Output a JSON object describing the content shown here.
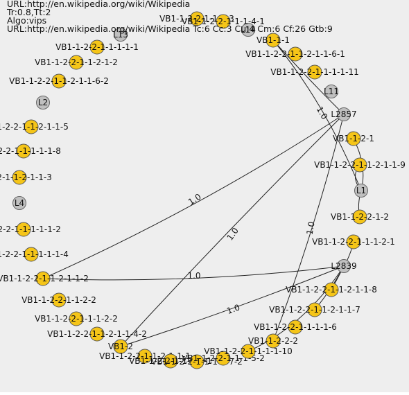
{
  "header": {
    "line1": "URL:http://en.wikipedia.org/wiki/Wikipedia",
    "line2": "Tr:0.8,Tt:2",
    "line3": "Algo:vips",
    "line4": "URL:http://en.wikipedia.org/wiki/Wikipedia Tc:6 Cc:3 Cu:4 Cm:6 Cf:26 Gtb:9"
  },
  "colors": {
    "vb_node": "#f5c518",
    "l_node": "#c0c0c0",
    "edge": "#222222",
    "background": "#eeeeee"
  },
  "nodes": [
    {
      "id": "L13",
      "label": "L13",
      "kind": "L"
    },
    {
      "id": "L14",
      "label": "L14",
      "kind": "L"
    },
    {
      "id": "L2",
      "label": "L2",
      "kind": "L"
    },
    {
      "id": "L4",
      "label": "L4",
      "kind": "L"
    },
    {
      "id": "L11",
      "label": "L11",
      "kind": "L"
    },
    {
      "id": "L2857",
      "label": "L2857",
      "kind": "L"
    },
    {
      "id": "L1",
      "label": "L1",
      "kind": "L"
    },
    {
      "id": "L2839",
      "label": "L2839",
      "kind": "L"
    },
    {
      "id": "VB1-1-2-2-1-1-1-1-1",
      "label": "VB1-1-2-2-1-1-1-1-1",
      "kind": "VB"
    },
    {
      "id": "VB1-1-2-2-1-1-2-1-2",
      "label": "VB1-1-2-2-1-1-2-1-2",
      "kind": "VB"
    },
    {
      "id": "VB1-1-2-2-1-1-2-1-1-6-2",
      "label": "VB1-1-2-2-1-1-2-1-1-6-2",
      "kind": "VB"
    },
    {
      "id": "VB1-1-2-2-1-1-2-1-1-5",
      "label": "-1-2-2-1-1-2-1-1-5",
      "kind": "VB"
    },
    {
      "id": "VB1-1-2-2-1-1-1-1-8",
      "label": "-1-2-2-1-1-1-1-1-8",
      "kind": "VB"
    },
    {
      "id": "VB1-1-2-2-1-1-2-1-1-3",
      "label": "-2-2-1-1-2-1-1-3",
      "kind": "VB"
    },
    {
      "id": "VB1-1-2-2-1-1-1-1-2",
      "label": "-1-2-2-1-1-1-1-1-2",
      "kind": "VB"
    },
    {
      "id": "VB1-1-2-2-1-1-1-1-4",
      "label": "-1-2-2-1-1-1-1-1-4",
      "kind": "VB"
    },
    {
      "id": "VB1-1-2-2-1-1-2-2",
      "label": "VB1-1-2-2-1-1-2-2",
      "kind": "VB"
    },
    {
      "id": "VB1-1-2-2-1-1-2-1-1-2",
      "label": "VB1-1-2-2-1-1-2-1-1-2",
      "kind": "VB"
    },
    {
      "id": "VB1-1-2-2-1-1-1-2-2",
      "label": "VB1-1-2-2-1-1-1-2-2",
      "kind": "VB"
    },
    {
      "id": "VB1-1-2-2-1-1-2-1-1-4-2",
      "label": "VB1-1-2-2-1-1-2-1-1-4-2",
      "kind": "VB"
    },
    {
      "id": "VB1-2",
      "label": "VB1-2",
      "kind": "VB"
    },
    {
      "id": "VB1-1-2-2-1-1-2-1-1-1",
      "label": "VB1-1-2-2-1-1-2-1-1-1",
      "kind": "VB"
    },
    {
      "id": "VB1-1-2-2-1-1-1-2-1",
      "label": "VB1-1-2-2-1-1-1-2-1",
      "kind": "VB"
    },
    {
      "id": "VB1-1-2-2-1-1-1-1-7-2",
      "label": "VB1-1-2-2-1-1-1-1-7-2",
      "kind": "VB"
    },
    {
      "id": "VB1-1-2-2-1-1-1-5-2",
      "label": "VB1-1-2-2-1-1-1-5-2",
      "kind": "VB"
    },
    {
      "id": "VB1-1-2-2-1-1-1-1-10",
      "label": "VB1-1-2-2-1-1-1-1-10",
      "kind": "VB"
    },
    {
      "id": "VB1-1-2-2-2",
      "label": "VB1-1-2-2-2",
      "kind": "VB"
    },
    {
      "id": "VB1-1-2-2-1-1-1-1-6",
      "label": "VB1-1-2-2-1-1-1-1-6",
      "kind": "VB"
    },
    {
      "id": "VB1-1-2-2-1-1-2-1-1-7",
      "label": "VB1-1-2-2-1-1-2-1-1-7",
      "kind": "VB"
    },
    {
      "id": "VB1-1-2-2-1-1-2-1-1-8",
      "label": "VB1-1-2-2-1-1-2-1-1-8",
      "kind": "VB"
    },
    {
      "id": "VB1-1-2-2-1-1-1-2-1b",
      "label": "VB1-1-2-2-1-1-1-2-1",
      "kind": "VB"
    },
    {
      "id": "VB1-1-2-1-2",
      "label": "VB1-1-2-2-1-2",
      "kind": "VB"
    },
    {
      "id": "VB1-1-2-2-1-1-1-1-9",
      "label": "VB1-1-2-2-1-1-1-1-9",
      "kind": "VB"
    },
    {
      "id": "VB1-1-2-1",
      "label": "VB1-1-2-1",
      "kind": "VB"
    },
    {
      "id": "VB1-1-2-2-1-1-1-1-11",
      "label": "VB1-1-2-2-1-1-1-1-11",
      "kind": "VB"
    },
    {
      "id": "VB1-1-2-2-1-1-2-1-1-6-1",
      "label": "VB1-1-2-2-1-1-2-1-1-6-1",
      "kind": "VB"
    },
    {
      "id": "VB1-1-1",
      "label": "VB1-1-1",
      "kind": "VB"
    },
    {
      "id": "VB1-1-2-2-1-1-1-3",
      "label": "VB1-1-2-2-1-1-1-3",
      "kind": "VB"
    },
    {
      "id": "VB1-1-2-2-1-1-1-4-1",
      "label": "VB1-1-2-2-1-1-1-4-1",
      "kind": "VB"
    },
    {
      "id": "VB1-1-2-2-1-1-2-1-1-9",
      "label": "VB1-1-2-2-1-1-2-1-1-9",
      "kind": "VB"
    }
  ],
  "edges": [
    {
      "from": "L2857",
      "to": "VB1-1-2-2-1-1-2-1-1-2",
      "weight": "1.0"
    },
    {
      "from": "L2857",
      "to": "VB1-2",
      "weight": "1.0"
    },
    {
      "from": "L2857",
      "to": "VB1-1-2-2-2",
      "weight": "1.0"
    },
    {
      "from": "L2839",
      "to": "VB1-1-2-2-1-1-2-1-1-2",
      "weight": "1.0"
    },
    {
      "from": "L2839",
      "to": "VB1-2",
      "weight": "1.0"
    },
    {
      "from": "L2857",
      "to": "VB1-1-1",
      "weight": "1.0"
    },
    {
      "from": "L1",
      "to": "VB1-1-1",
      "weight": ""
    },
    {
      "from": "L1",
      "to": "VB1-1-2-1",
      "weight": ""
    },
    {
      "from": "L1",
      "to": "VB1-1-2-2-1-1-2-1-1-9",
      "weight": ""
    },
    {
      "from": "L1",
      "to": "VB1-1-2-1-2",
      "weight": ""
    },
    {
      "from": "L2839",
      "to": "VB1-1-2-2-1-1-1-2-1b",
      "weight": ""
    },
    {
      "from": "L2839",
      "to": "VB1-1-2-2-1-1-2-1-1-8",
      "weight": ""
    },
    {
      "from": "L2839",
      "to": "VB1-1-2-2-1-1-2-1-1-7",
      "weight": ""
    },
    {
      "from": "L2839",
      "to": "VB1-1-2-2-1-1-1-1-10",
      "weight": ""
    }
  ]
}
